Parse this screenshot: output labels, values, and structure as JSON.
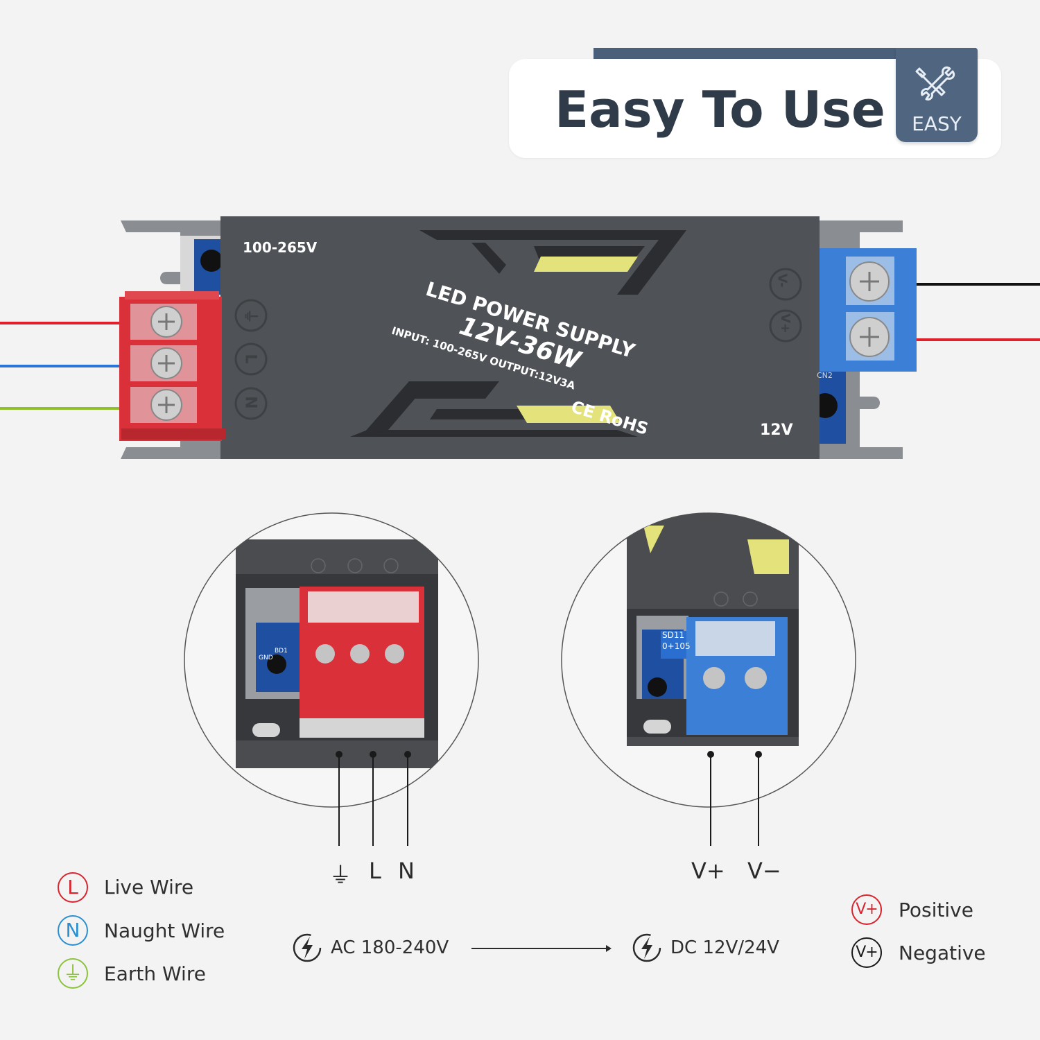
{
  "header": {
    "title": "Easy To Use",
    "badge_label": "EASY",
    "badge_icon": "wrench-screwdriver-icon"
  },
  "device": {
    "input_range_label": "100-265V",
    "brand_line": "LED POWER SUPPLY",
    "model": "12V-36W",
    "spec_line": "INPUT: 100-265V  OUTPUT:12V3A",
    "cert": "CE RoHS",
    "output_label": "12V",
    "connector_label": "CN2",
    "input_symbols": [
      "⏚",
      "L",
      "N"
    ],
    "output_symbols": [
      "V-",
      "V+"
    ],
    "colors": {
      "housing": "#4f5256",
      "input_terminal": "#d9303a",
      "output_terminal": "#3b7fd6",
      "wire_live": "#e0202a",
      "wire_neutral": "#2a73d9",
      "wire_earth": "#8fbf2a",
      "wire_black": "#111111",
      "wire_red": "#e0202a"
    }
  },
  "zoom_left": {
    "pins": [
      "⏚",
      "L",
      "N"
    ],
    "board_labels": [
      "GND",
      "BD1"
    ]
  },
  "zoom_right": {
    "pins": [
      "V+",
      "V−"
    ],
    "board_labels": [
      "SD11",
      "0+105"
    ]
  },
  "legend_left": [
    {
      "symbol": "L",
      "label": "Live Wire",
      "color": "#d8242e"
    },
    {
      "symbol": "N",
      "label": "Naught Wire",
      "color": "#2a8fd0"
    },
    {
      "symbol": "⏚",
      "label": "Earth Wire",
      "color": "#8bc33a"
    }
  ],
  "legend_right": [
    {
      "symbol": "V+",
      "label": "Positive",
      "color": "#d8242e"
    },
    {
      "symbol": "V+",
      "label": "Negative",
      "color": "#1a1a1a"
    }
  ],
  "flow": {
    "input": "AC 180-240V",
    "output": "DC 12V/24V",
    "icon": "lightning-icon"
  }
}
